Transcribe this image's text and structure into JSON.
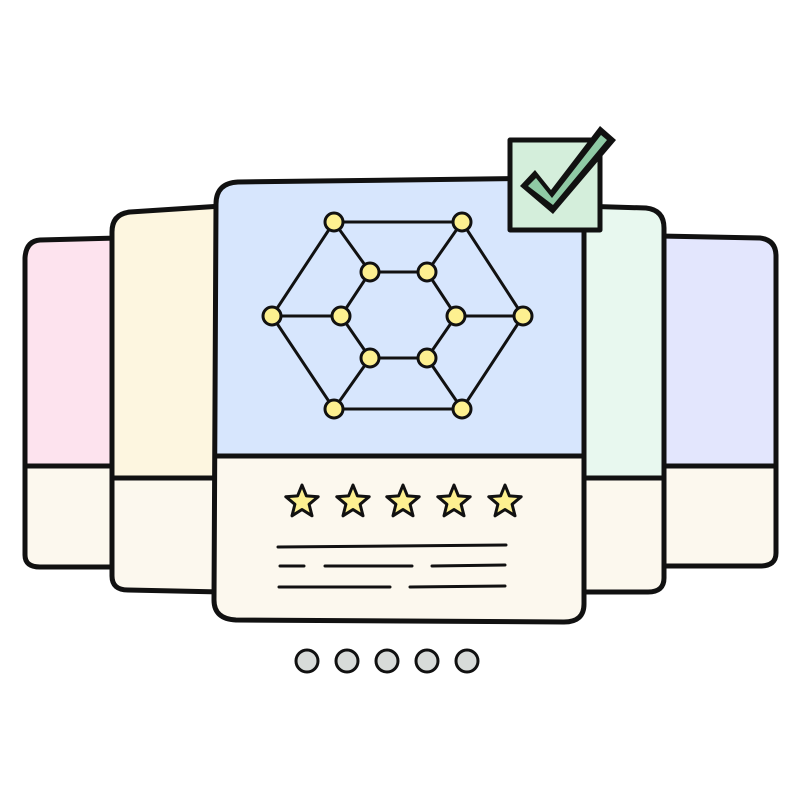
{
  "carousel": {
    "cards": [
      {
        "name": "card-far-left",
        "top_color": "#fde3ee",
        "bottom_color": "#fcf8ee"
      },
      {
        "name": "card-left",
        "top_color": "#fdf6e0",
        "bottom_color": "#fcf8ee"
      },
      {
        "name": "card-center",
        "top_color": "#d7e6fd",
        "bottom_color": "#fcf8ee",
        "selected": true
      },
      {
        "name": "card-right",
        "top_color": "#e8f8ef",
        "bottom_color": "#fcf8ee"
      },
      {
        "name": "card-far-right",
        "top_color": "#e3e6fd",
        "bottom_color": "#fcf8ee"
      }
    ],
    "featured": {
      "icon": "hexagon-network-icon",
      "rating": 5,
      "rating_max": 5,
      "star_color": "#fdf090",
      "node_color": "#fdf090"
    },
    "selected_badge": {
      "icon": "checkmark-icon",
      "color": "#8fcaa5",
      "box_color": "#d4eedb"
    },
    "pagination": {
      "count": 5,
      "active_index": null,
      "dot_color": "#d8dbd9"
    }
  },
  "colors": {
    "outline": "#111111"
  }
}
